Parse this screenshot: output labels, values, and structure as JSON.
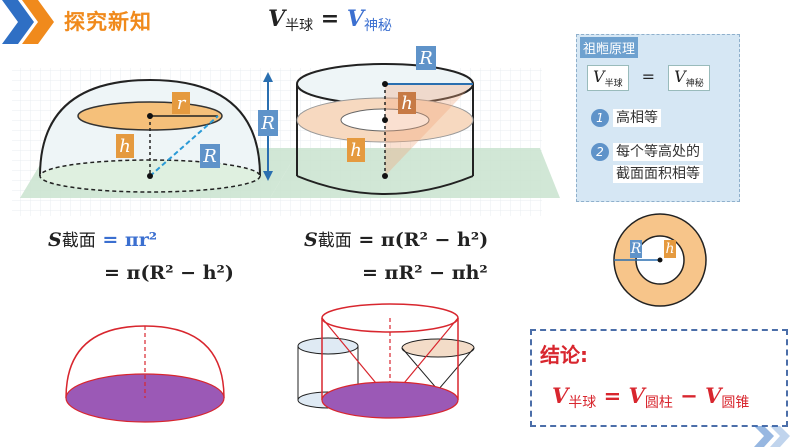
{
  "header": {
    "title": "探究新知",
    "formula": {
      "v1": "V",
      "sub1": "半球",
      "eq": "=",
      "v2": "V",
      "sub2": "神秘"
    }
  },
  "principle": {
    "title": "祖暅原理",
    "eq": {
      "left": "V",
      "left_sub": "半球",
      "eq": "=",
      "right": "V",
      "right_sub": "神秘"
    },
    "item1": {
      "num": "1",
      "text": "高相等"
    },
    "item2": {
      "num": "2",
      "line1": "每个等高处的",
      "line2": "截面面积相等"
    }
  },
  "labels": {
    "r": "r",
    "h": "h",
    "R": "R"
  },
  "formula_left": {
    "s": "S",
    "s_sub": "截面",
    "line1": "= πr²",
    "line2": "= π(R² − h²)"
  },
  "formula_right": {
    "s": "S",
    "s_sub": "截面",
    "line1": "= π(R² − h²)",
    "line2": "= πR² − πh²"
  },
  "conclusion": {
    "title": "结论:",
    "v1": "V",
    "sub1": "半球",
    "eq": "=",
    "v2": "V",
    "sub2": "圆柱",
    "minus": "−",
    "v3": "V",
    "sub3": "圆锥"
  },
  "colors": {
    "accent_orange": "#f08a1c",
    "accent_blue": "#3b6fd0",
    "conclusion_red": "#d8262e",
    "fill_purple": "#9b59b6"
  }
}
